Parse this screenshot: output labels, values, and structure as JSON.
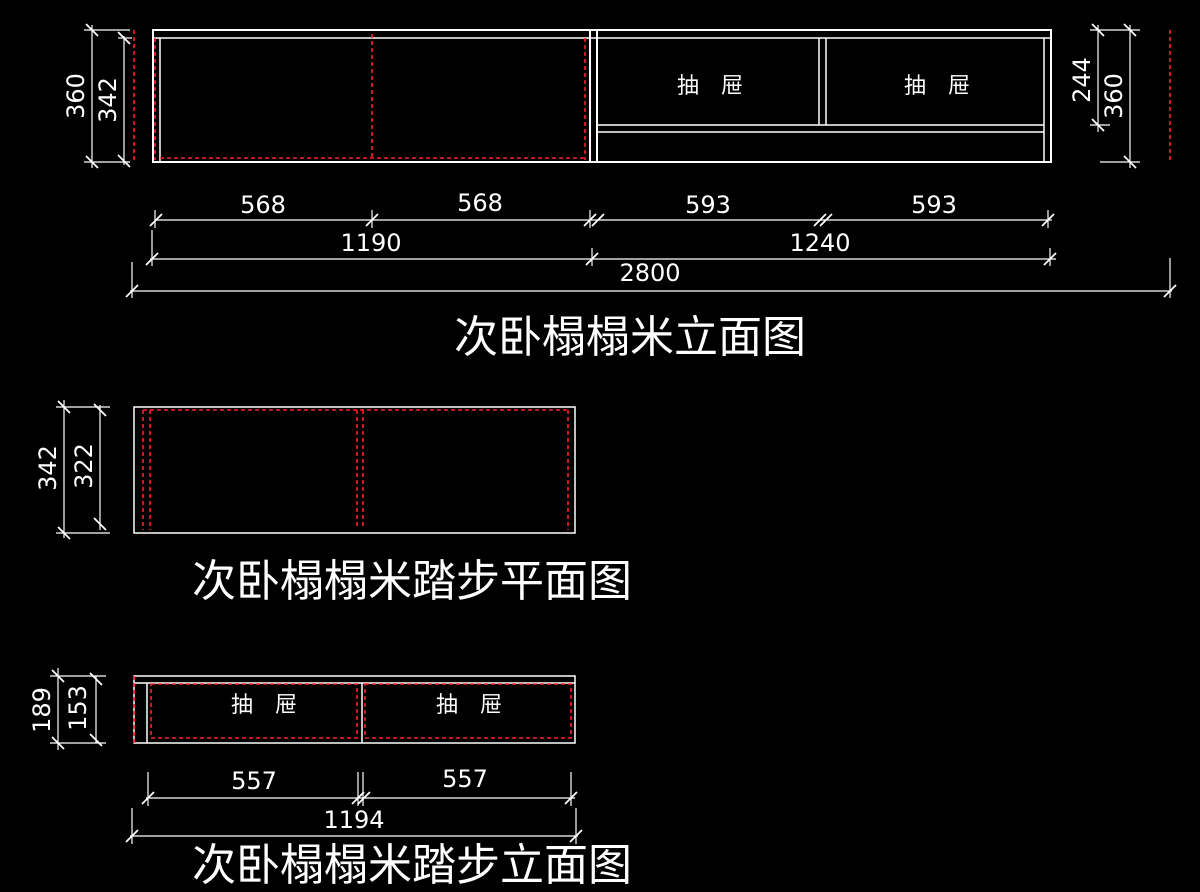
{
  "elevation": {
    "title": "次卧榻榻米立面图",
    "drawer_label": "抽　屉",
    "dims": {
      "seg_a": "568",
      "seg_b": "568",
      "seg_c": "593",
      "seg_d": "593",
      "left_total": "1190",
      "right_total": "1240",
      "overall": "2800",
      "left_outer_h": "360",
      "left_inner_h": "342",
      "right_drawer_h": "244",
      "right_outer_h": "360"
    }
  },
  "step_plan": {
    "title": "次卧榻榻米踏步平面图",
    "dims": {
      "outer_h": "342",
      "inner_h": "322"
    }
  },
  "step_elevation": {
    "title": "次卧榻榻米踏步立面图",
    "drawer_label": "抽　屉",
    "dims": {
      "outer_h": "189",
      "inner_h": "153",
      "seg_a": "557",
      "seg_b": "557",
      "total": "1194"
    }
  }
}
